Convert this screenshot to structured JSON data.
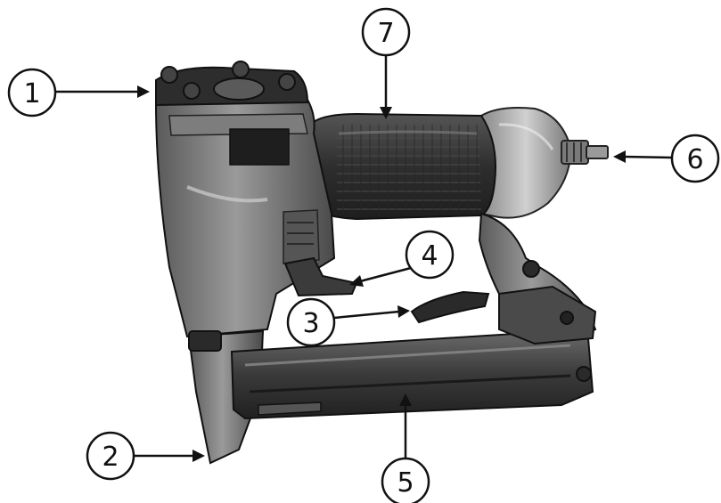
{
  "callouts": [
    {
      "number": "1"
    },
    {
      "number": "2"
    },
    {
      "number": "3"
    },
    {
      "number": "4"
    },
    {
      "number": "5"
    },
    {
      "number": "6"
    },
    {
      "number": "7"
    }
  ],
  "colors": {
    "body_dark": "#3c3c3c",
    "body_mid": "#6e6e6e",
    "body_light": "#a9a9a9",
    "grip": "#333333",
    "outline": "#111111",
    "background": "#ffffff"
  }
}
